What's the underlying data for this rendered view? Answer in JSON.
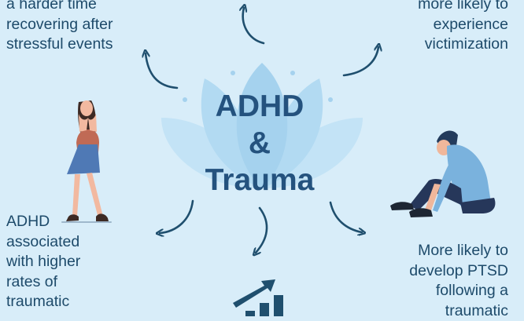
{
  "center": {
    "line1": "ADHD",
    "line2": "&",
    "line3": "Trauma"
  },
  "facts": {
    "top_left": [
      "a harder time",
      "recovering after",
      "stressful events"
    ],
    "top_right": [
      "more likely to",
      "experience",
      "victimization"
    ],
    "bottom_left": [
      "ADHD",
      "associated",
      "with higher",
      "rates of",
      "traumatic"
    ],
    "bottom_right": [
      "More likely to",
      "develop PTSD",
      "following a",
      "traumatic"
    ]
  },
  "colors": {
    "background": "#d8edf9",
    "text": "#1d4a6a",
    "title": "#24527e",
    "arrow": "#1f4f6e",
    "lotus_light": "#bfe1f5",
    "lotus_mid": "#a7d3ee"
  },
  "icons": {
    "center": "lotus-flower",
    "left_figure": "distressed-woman-illustration",
    "right_figure": "sitting-man-head-down-illustration",
    "bottom": "rising-bar-chart-icon"
  }
}
